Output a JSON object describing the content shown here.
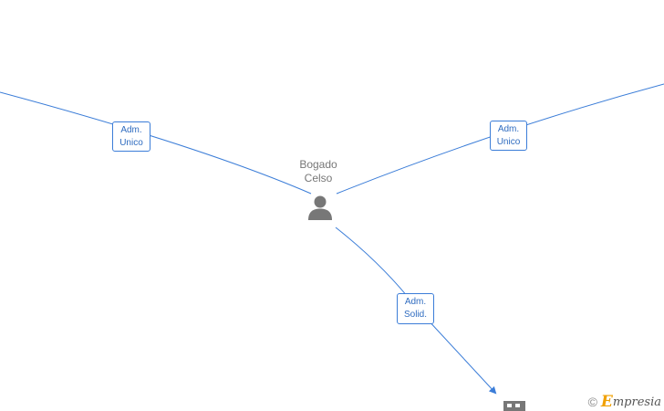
{
  "diagram": {
    "center_person": {
      "name_line1": "Bogado",
      "name_line2": "Celso"
    },
    "edges": [
      {
        "role_line1": "Adm.",
        "role_line2": "Unico"
      },
      {
        "role_line1": "Adm.",
        "role_line2": "Unico"
      },
      {
        "role_line1": "Adm.",
        "role_line2": "Solid."
      }
    ],
    "line_color": "#3b7dd8",
    "label_text_color": "#2f6cc0",
    "icon_color": "#777777"
  },
  "watermark": {
    "copyright_symbol": "©",
    "brand_first_letter": "E",
    "brand_rest": "mpresia"
  }
}
